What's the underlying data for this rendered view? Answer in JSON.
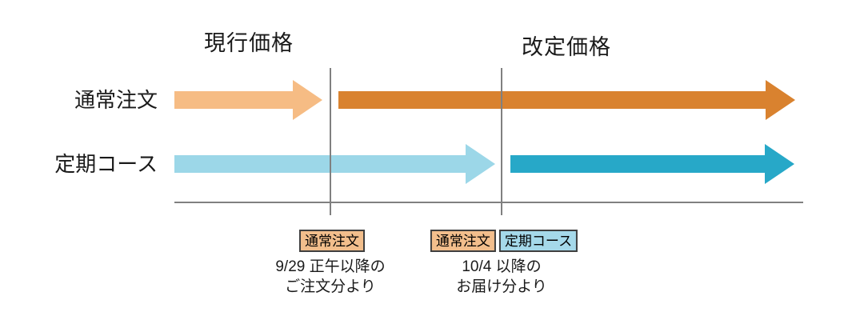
{
  "colors": {
    "light_orange": "#F6BC84",
    "dark_orange": "#D9822F",
    "light_blue": "#9CD7E8",
    "teal": "#27A8C8",
    "badge_orange_fill": "#F2BE8C",
    "badge_blue_fill": "#A5D9EA",
    "badge_border": "#3F3F3F",
    "line_gray": "#808080",
    "text_black": "#1A1A1A"
  },
  "diagram": {
    "phase_labels": {
      "current": "現行価格",
      "revised": "改定価格"
    },
    "rows": [
      {
        "label": "通常注文"
      },
      {
        "label": "定期コース"
      }
    ],
    "milestones": [
      {
        "badges": [
          {
            "label": "通常注文"
          }
        ],
        "note_line1": "9/29 正午以降の",
        "note_line2": "ご注文分より"
      },
      {
        "badges": [
          {
            "label": "通常注文"
          },
          {
            "label": "定期コース"
          }
        ],
        "note_line1": "10/4 以降の",
        "note_line2": "お届け分より"
      }
    ]
  }
}
